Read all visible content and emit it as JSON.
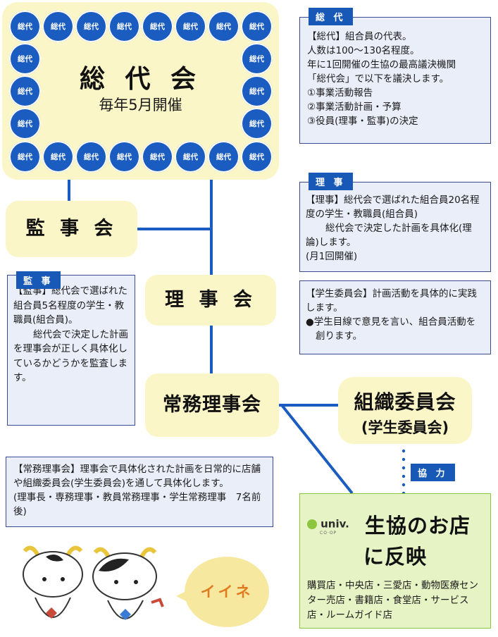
{
  "colors": {
    "accent": "#1a5cc0",
    "yellow": "#fbf6c7",
    "green": "#8cc63f"
  },
  "soudai_badge": "総代",
  "soudaikai": {
    "title": "総 代 会",
    "subtitle": "毎年5月開催"
  },
  "kanjikai": {
    "title": "監 事 会"
  },
  "rijikai": {
    "title": "理 事 会"
  },
  "joumu": {
    "title": "常務理事会"
  },
  "soshiki": {
    "title": "組織委員会",
    "sub": "(学生委員会)"
  },
  "kyouryoku": "協 力",
  "box_soudai": {
    "tag": "総 代",
    "lines": [
      "【総代】組合員の代表。",
      "人数は100〜130名程度。",
      "年に1回開催の生協の最高議決機関",
      "「総代会」で以下を議決します。",
      "①事業活動報告",
      "②事業活動計画・予算",
      "③役員(理事・監事)の決定"
    ]
  },
  "box_riji": {
    "tag": "理 事",
    "lines": [
      "【理事】総代会で選ばれた組合員20名程度の学生・教職員(組合員)",
      "総代会で決定した計画を具体化(理論)します。",
      "(月1回開催)"
    ]
  },
  "box_student": {
    "lines": [
      "【学生委員会】計画活動を具体的に実践します。",
      "●学生目線で意見を言い、組合員活動を創ります。"
    ]
  },
  "box_kanji": {
    "tag": "監 事",
    "lines": [
      "【監事】総代会で選ばれた組合員5名程度の学生・教職員(組合員)。",
      "総代会で決定した計画を理事会が正しく具体化しているかどうかを監査します。"
    ]
  },
  "box_joumu": {
    "lines": [
      "【常務理事会】理事会で具体化された計画を日常的に店舗や組織委員会(学生委員会)を通して具体化します。",
      "(理事長・専務理事・教員常務理事・学生常務理事　7名前後)"
    ]
  },
  "shop": {
    "logo": "univ.",
    "logo_sub": "CO·OP",
    "title_line1": "生協のお店",
    "title_line2": "に反映",
    "desc": "購買店・中央店・三愛店・動物医療センター売店・書籍店・食堂店・サービス店・ルームガイド店"
  },
  "speech": "イイネ"
}
